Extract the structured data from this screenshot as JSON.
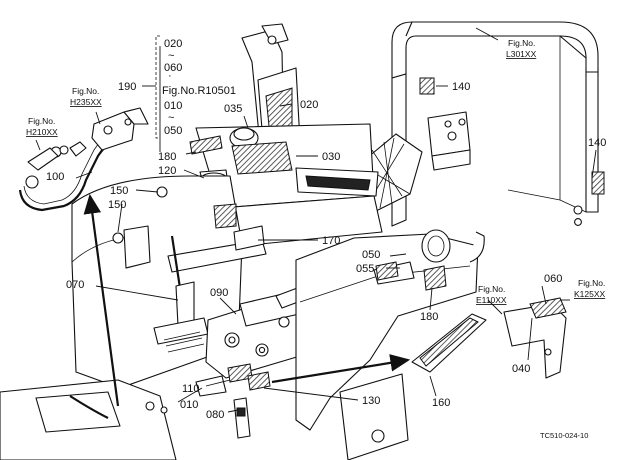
{
  "fig_refs": [
    {
      "key": "h235",
      "title": "Fig.No.",
      "code": "H235XX"
    },
    {
      "key": "h210",
      "title": "Fig.No.",
      "code": "H210XX"
    },
    {
      "key": "l301",
      "title": "Fig.No.",
      "code": "L301XX"
    },
    {
      "key": "e110",
      "title": "Fig.No.",
      "code": "E110XX"
    },
    {
      "key": "k125",
      "title": "Fig.No.",
      "code": "K125XX"
    }
  ],
  "bracket": {
    "label": "190",
    "range_a_start": "020",
    "range_a_tilde": "~",
    "range_a_end": "060",
    "dot": "·",
    "fig_ref": "Fig.No.R10501",
    "range_b_start": "010",
    "range_b_tilde": "~",
    "range_b_end": "050"
  },
  "callouts": {
    "c020": "020",
    "c035": "035",
    "c030": "030",
    "c180a": "180",
    "c120": "120",
    "c150a": "150",
    "c150b": "150",
    "c100": "100",
    "c140a": "140",
    "c140b": "140",
    "c170": "170",
    "c050": "050",
    "c055": "055",
    "c070": "070",
    "c090": "090",
    "c180b": "180",
    "c060": "060",
    "c040": "040",
    "c160": "160",
    "c110": "110",
    "c010": "010",
    "c080": "080",
    "c130": "130"
  },
  "drawing_code": "TC510-024-10",
  "icons": [
    "hatched-decal-icon",
    "bolt-icon",
    "arrow-icon"
  ],
  "colors": {
    "line": "#111111",
    "paper": "#ffffff",
    "hatch": "#444444"
  }
}
